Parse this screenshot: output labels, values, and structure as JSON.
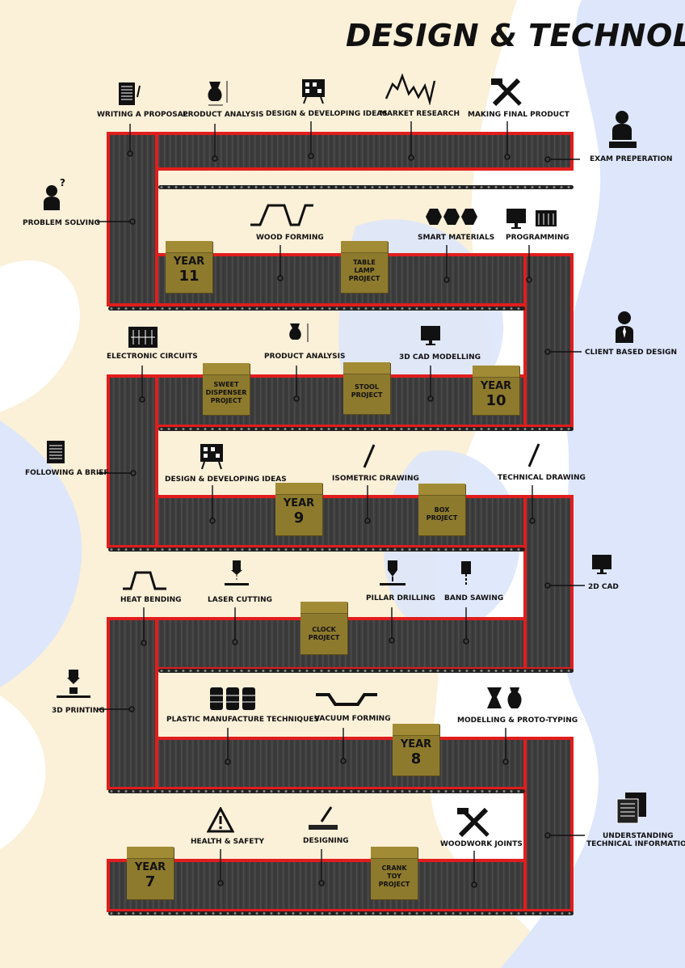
{
  "title": "DESIGN & TECHNOLOGY",
  "colors": {
    "belt": "#3b3b3b",
    "border": "#e11d1d",
    "box": "#8e7a2d",
    "cream": "#fbf0d8",
    "blue": "#dde6fb"
  },
  "row1": {
    "writing_proposal": "WRITING A PROPOSAL",
    "product_analysis": "PRODUCT ANALYSIS",
    "design_ideas": "DESIGN & DEVELOPING IDEAS",
    "market_research": "MARKET RESEARCH",
    "making_product": "MAKING FINAL PRODUCT",
    "exam_prep": "EXAM PREPERATION"
  },
  "row2": {
    "problem_solving": "PROBLEM SOLVING",
    "wood_forming": "WOOD FORMING",
    "smart_materials": "SMART MATERIALS",
    "programming": "PROGRAMMING",
    "year": "YEAR",
    "year_num": "11",
    "project": [
      "TABLE",
      "LAMP",
      "PROJECT"
    ]
  },
  "row3": {
    "electronic_circuits": "ELECTRONIC CIRCUITS",
    "product_analysis": "PRODUCT ANALYSIS",
    "cad_3d": "3D CAD MODELLING",
    "client_design": "CLIENT BASED DESIGN",
    "project_a": [
      "SWEET",
      "DISPENSER",
      "PROJECT"
    ],
    "project_b": [
      "STOOL",
      "PROJECT"
    ],
    "year": "YEAR",
    "year_num": "10"
  },
  "row4": {
    "following_brief": "FOLLOWING A BRIEF",
    "design_ideas": "DESIGN & DEVELOPING IDEAS",
    "isometric": "ISOMETRIC DRAWING",
    "technical": "TECHNICAL DRAWING",
    "year": "YEAR",
    "year_num": "9",
    "project": [
      "BOX",
      "PROJECT"
    ]
  },
  "row5": {
    "heat_bending": "HEAT BENDING",
    "laser_cutting": "LASER CUTTING",
    "pillar_drilling": "PILLAR DRILLING",
    "band_sawing": "BAND SAWING",
    "cad_2d": "2D CAD",
    "project": [
      "CLOCK",
      "PROJECT"
    ]
  },
  "row6": {
    "printing_3d": "3D PRINTING",
    "plastic": "PLASTIC MANUFACTURE TECHNIQUES",
    "vacuum": "VACUUM FORMING",
    "modelling": "MODELLING & PROTO-TYPING",
    "year": "YEAR",
    "year_num": "8"
  },
  "row7": {
    "health_safety": "HEALTH & SAFETY",
    "designing": "DESIGNING",
    "woodwork": "WOODWORK JOINTS",
    "technical_info": [
      "UNDERSTANDING",
      "TECHNICAL INFORMATION"
    ],
    "year": "YEAR",
    "year_num": "7",
    "project": [
      "CRANK",
      "TOY",
      "PROJECT"
    ]
  }
}
